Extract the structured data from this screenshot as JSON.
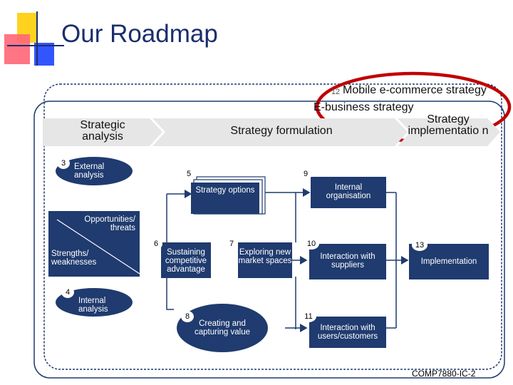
{
  "slide": {
    "title": "Our Roadmap",
    "footer": "COMP7880-IC-2"
  },
  "header": {
    "mobile_num": "12",
    "mobile_label": "Mobile e-commerce strategy",
    "ebusiness_label": "E-business strategy"
  },
  "phases": {
    "analysis": "Strategic analysis",
    "formulation": "Strategy formulation",
    "implementation": "Strategy implementatio n"
  },
  "nodes": {
    "n3": {
      "num": "3",
      "label": "External analysis"
    },
    "n4": {
      "num": "4",
      "label": "Internal analysis"
    },
    "n5": {
      "num": "5",
      "label": "Strategy options"
    },
    "n6": {
      "num": "6",
      "label": "Sustaining competitive advantage"
    },
    "n7": {
      "num": "7",
      "label": "Exploring new market spaces"
    },
    "n8": {
      "num": "8",
      "label": "Creating and capturing value"
    },
    "n9": {
      "num": "9",
      "label": "Internal organisation"
    },
    "n10": {
      "num": "10",
      "label": "Interaction with suppliers"
    },
    "n11": {
      "num": "11",
      "label": "Interaction with users/customers"
    },
    "n13": {
      "num": "13",
      "label": "Implementation"
    },
    "swot_top": "Opportunities/ threats",
    "swot_bottom": "Strengths/ weaknesses"
  },
  "colors": {
    "title": "#1a2e6e",
    "box": "#1f3b6f",
    "phase_bar": "#e6e6e6",
    "highlight": "#c00000",
    "accent_yellow": "#ffd21e",
    "accent_blue": "#3355ff"
  }
}
